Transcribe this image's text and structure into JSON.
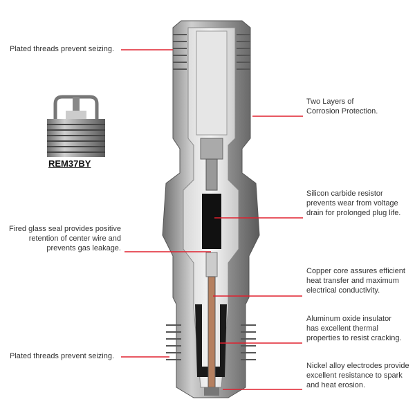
{
  "model_name": "REM37BY",
  "accent_color": "#e0202e",
  "callouts": {
    "top_threads": "Plated threads prevent seizing.",
    "corrosion": [
      "Two Layers of",
      "Corrosion Protection."
    ],
    "resistor": [
      "Silicon carbide resistor",
      "prevents wear from voltage",
      "drain for prolonged plug life."
    ],
    "glass_seal": [
      "Fired glass seal provides positive",
      "retention of center wire and",
      "prevents gas leakage."
    ],
    "copper": [
      "Copper core assures efficient",
      "heat transfer and maximum",
      "electrical conductivity."
    ],
    "insulator": [
      "Aluminum oxide insulator",
      "has excellent thermal",
      "properties to resist cracking."
    ],
    "bottom_threads": "Plated threads prevent seizing.",
    "electrodes": [
      "Nickel alloy electrodes provide",
      "excellent resistance to spark",
      "and heat erosion."
    ]
  }
}
